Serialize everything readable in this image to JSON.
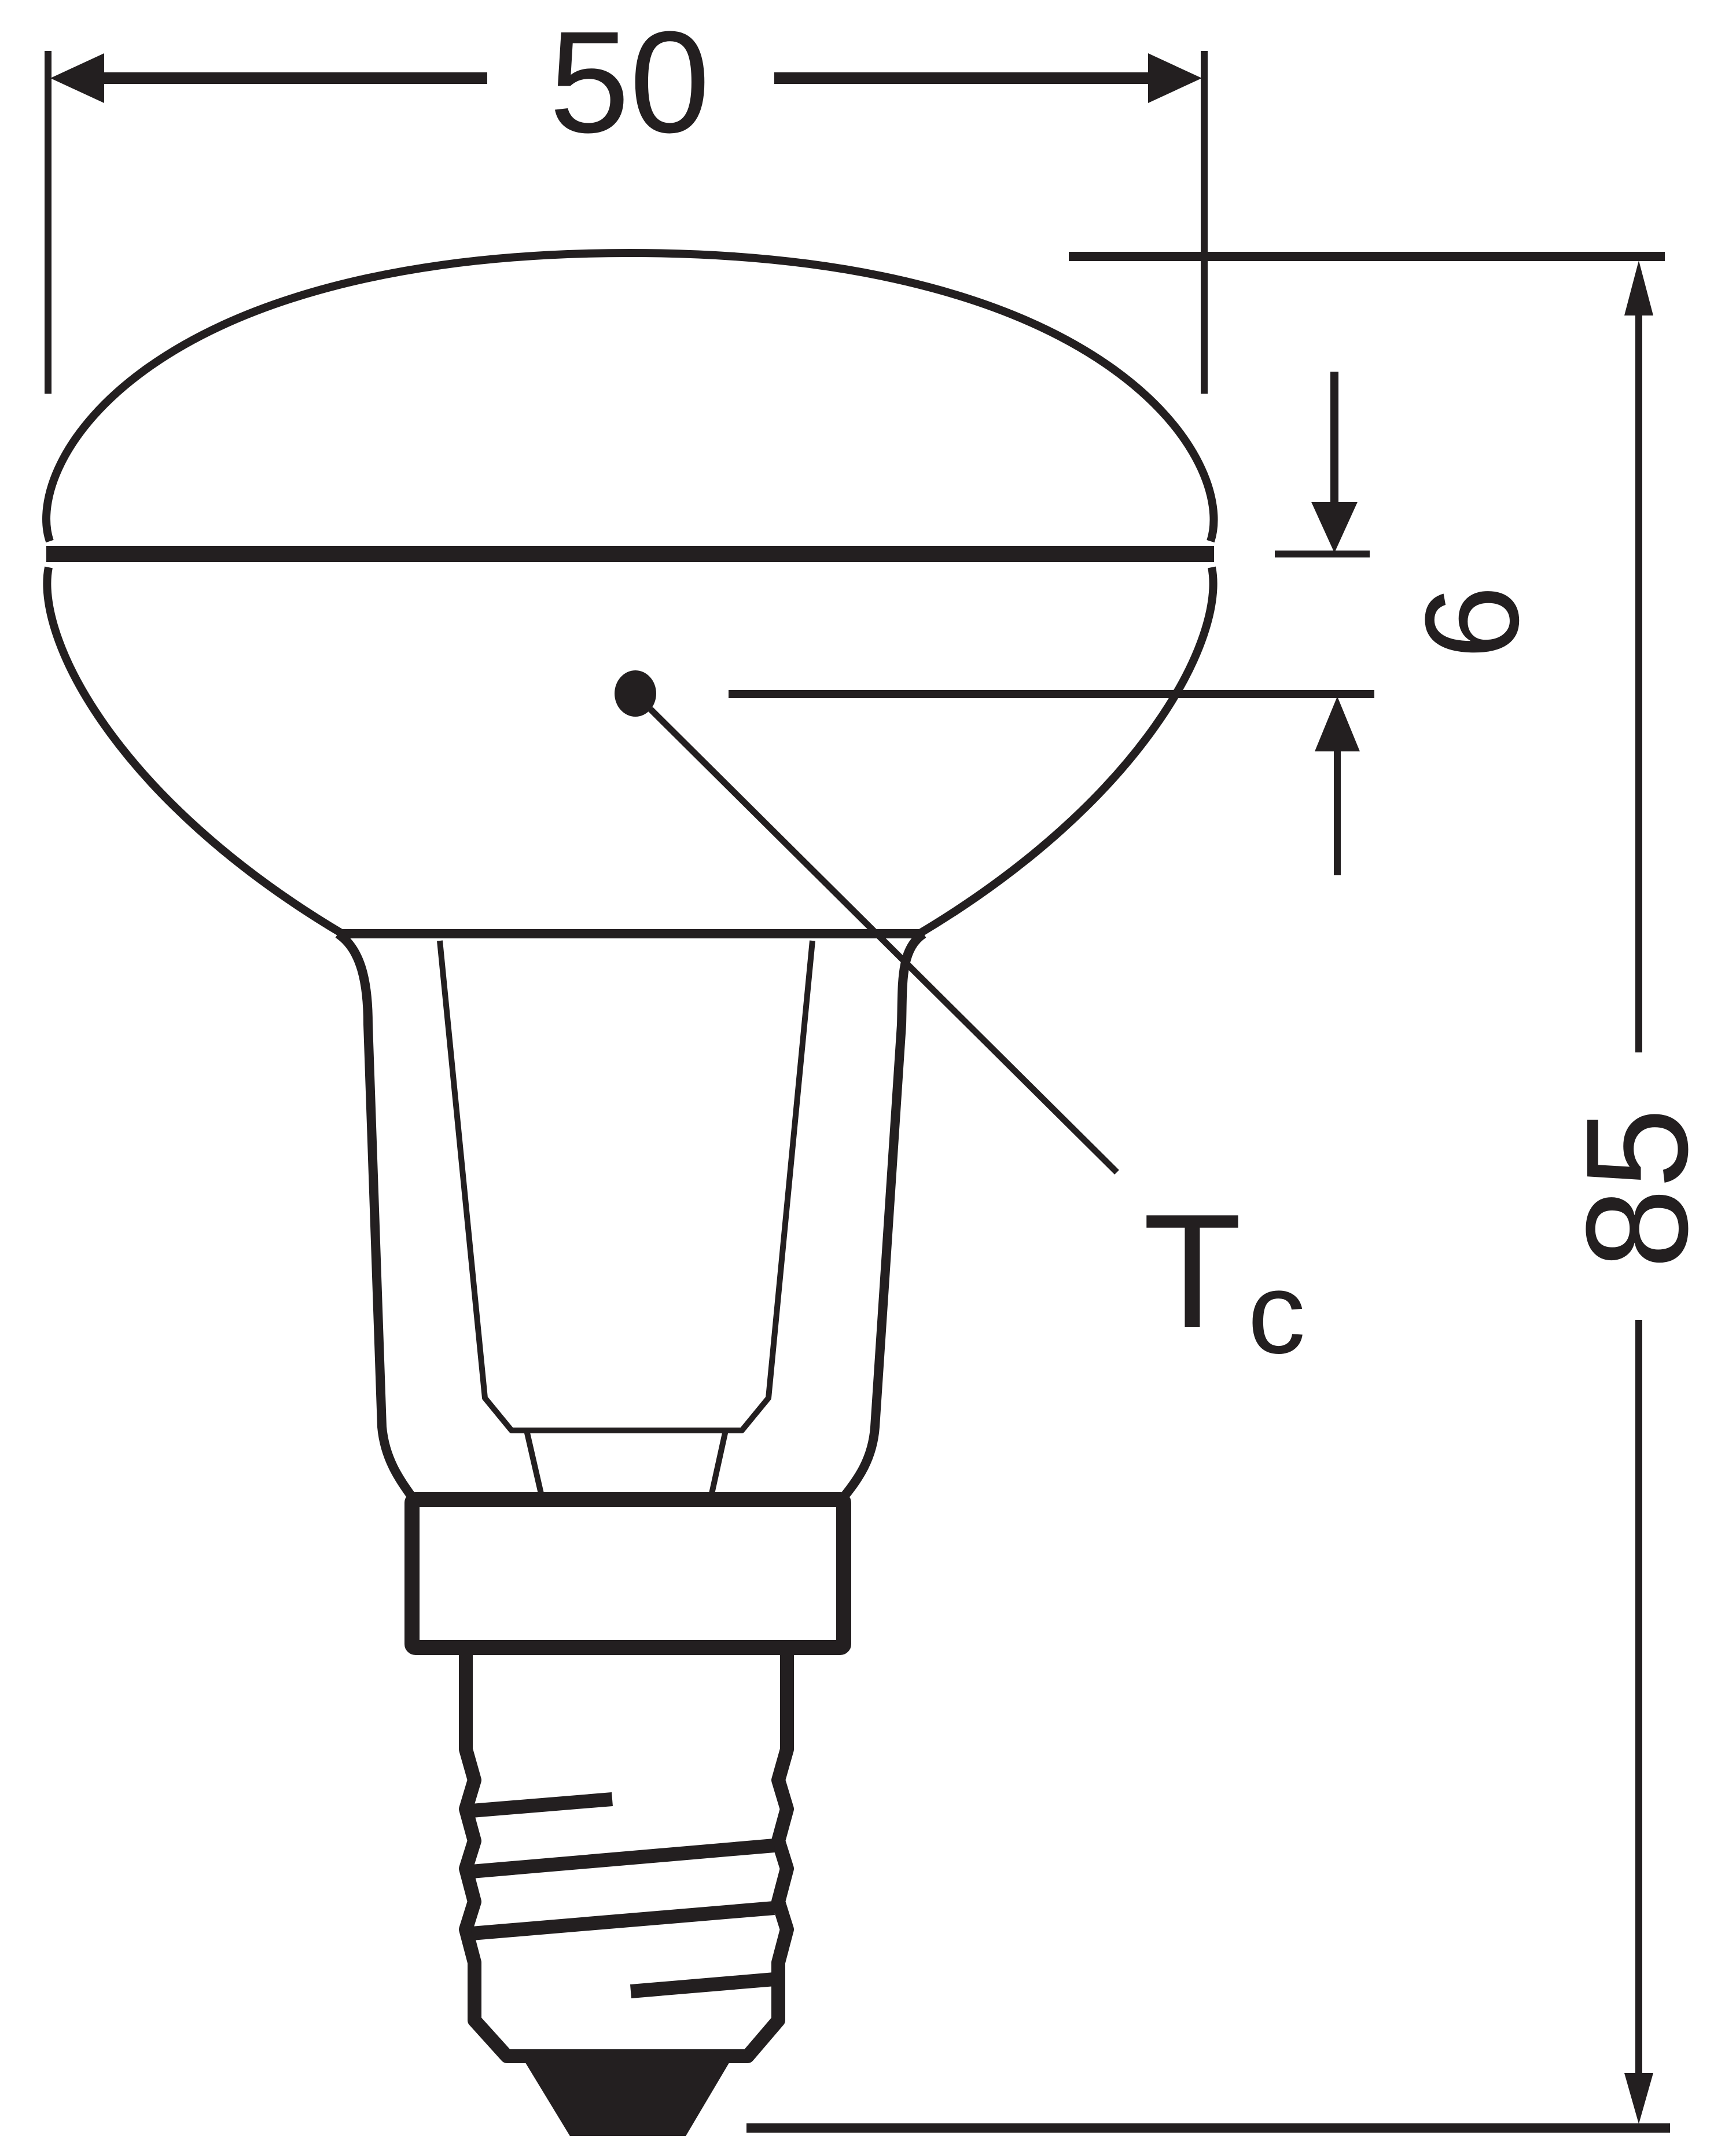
{
  "drawing": {
    "subject": "R50 reflector lamp with E14 screw base",
    "stroke_color": "#231f20",
    "background": "#ffffff",
    "units": "mm"
  },
  "dimensions": {
    "diameter": {
      "value": "50",
      "orientation": "horizontal"
    },
    "overall_length": {
      "value": "85",
      "orientation": "vertical"
    },
    "tc_offset": {
      "value": "6",
      "orientation": "vertical"
    }
  },
  "labels": {
    "tc_main": "T",
    "tc_sub": "c"
  },
  "components": [
    {
      "name": "reflector-dome",
      "description": "front glass dome"
    },
    {
      "name": "reflector-band",
      "description": "rim line"
    },
    {
      "name": "reflector-bowl",
      "description": "reflector body"
    },
    {
      "name": "neck",
      "description": "lamp neck"
    },
    {
      "name": "collar",
      "description": "base collar"
    },
    {
      "name": "screw-base",
      "description": "threaded cap"
    },
    {
      "name": "contact",
      "description": "foot contact"
    },
    {
      "name": "tc-point",
      "description": "case temperature measurement point"
    }
  ]
}
